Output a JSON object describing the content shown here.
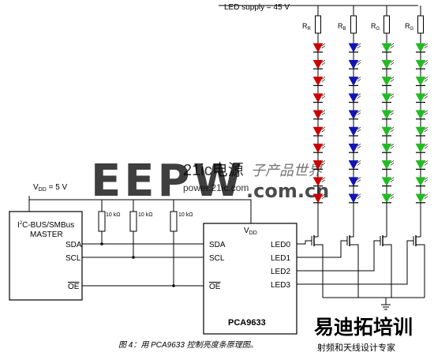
{
  "supply_label": "LED supply = 45 V",
  "resistor_labels": [
    {
      "letter": "R",
      "sub": "R"
    },
    {
      "letter": "R",
      "sub": "B"
    },
    {
      "letter": "R",
      "sub": "G"
    },
    {
      "letter": "R",
      "sub": "G"
    }
  ],
  "led_colors": [
    "#cc0000",
    "#1414b4",
    "#22bb22",
    "#22bb22"
  ],
  "leds_per_string": 10,
  "vdd_label": {
    "main": "V",
    "sub": "DD",
    "rest": " = 5 V"
  },
  "pullup_labels": [
    "10 kΩ",
    "10 kΩ",
    "10 kΩ"
  ],
  "master": {
    "line1": "I2C-BUS/SMBus",
    "line2": "MASTER",
    "pins": [
      "SDA",
      "SCL",
      "OE"
    ]
  },
  "chip": {
    "vdd": {
      "main": "V",
      "sub": "DD"
    },
    "left_pins": [
      "SDA",
      "SCL",
      "OE"
    ],
    "outputs": [
      "LED0",
      "LED1",
      "LED2",
      "LED3"
    ],
    "name": "PCA9633"
  },
  "caption": "图 4：用 PCA9633 控制亮度条原理图。",
  "watermarks": {
    "logo_letters": "EEPW",
    "site_cn": "21ic电源",
    "site_url": "power.21ic.com",
    "com_cn": ".com.cn",
    "brand_cn": "易迪拓培训",
    "brand_sub": "射频和天线设计专家",
    "ghost": "子产品世界"
  }
}
